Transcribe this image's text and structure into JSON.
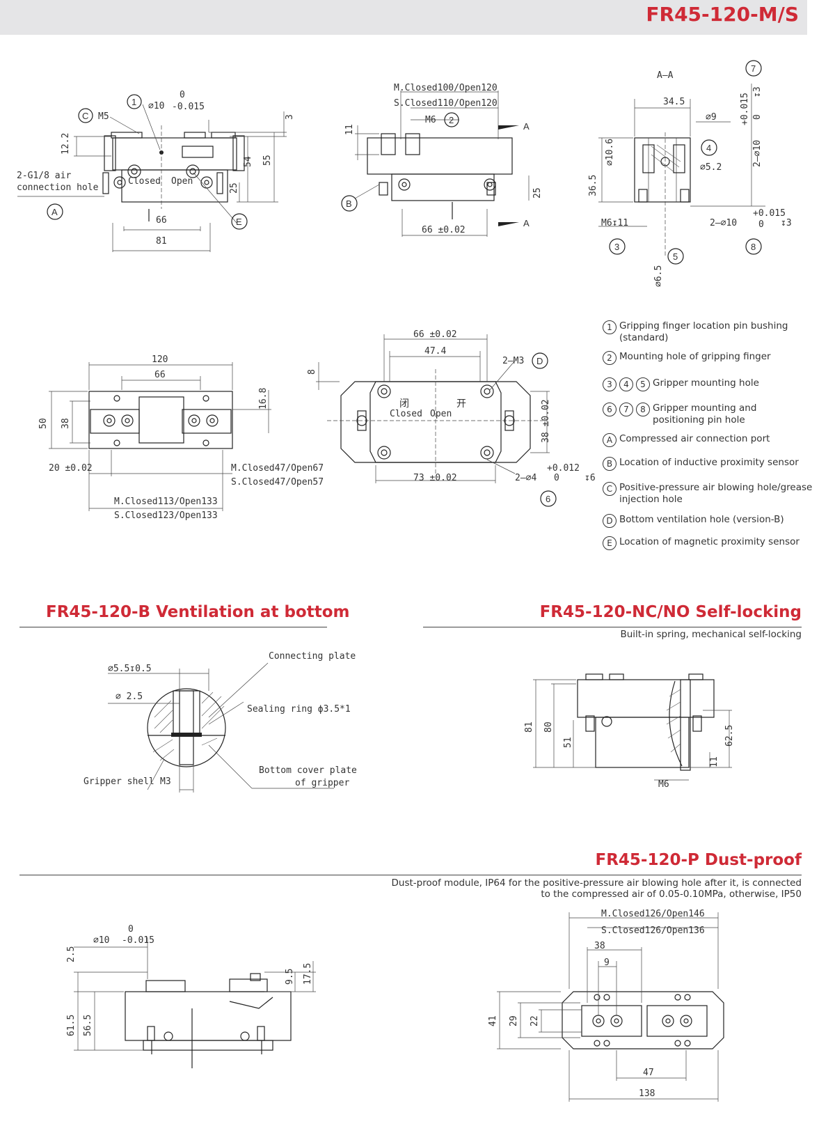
{
  "header": {
    "title": "FR45-120-M/S"
  },
  "view1": {
    "labels": {
      "c": "C",
      "m5": "M5",
      "n1": "1",
      "phi10": "⌀10",
      "tol_top": "0",
      "tol_bot": "-0.015",
      "d3": "3",
      "d12_2": "12.2",
      "d54": "54",
      "d55": "55",
      "d25": "25",
      "air1": "2-G1/8 air",
      "air2": "connection hole",
      "closed": "Closed",
      "open": "Open",
      "a": "A",
      "e": "E",
      "d66": "66",
      "d81": "81"
    }
  },
  "view2": {
    "labels": {
      "mc": "M.Closed100/Open120",
      "sc": "S.Closed110/Open120",
      "m6": "M6",
      "n2": "2",
      "d11": "11",
      "a1": "A",
      "a2": "A",
      "b": "B",
      "d25": "25",
      "d66": "66 ±0.02"
    }
  },
  "view3": {
    "labels": {
      "aa": "A—A",
      "n7": "7",
      "d34_5": "34.5",
      "phi9": "⌀9",
      "n4": "4",
      "phi5_2": "⌀5.2",
      "tolA": "+0.015",
      "tolB": "0",
      "phi10v": "2—⌀10",
      "deep3": "↧3",
      "phi10_6": "⌀10.6",
      "d36_5": "36.5",
      "m6deep": "M6↧11",
      "phi10b": "2—⌀10",
      "tolC": "+0.015",
      "tolD": "0",
      "deep3b": "↧3",
      "n3": "3",
      "n8": "8",
      "n5": "5",
      "phi6_5": "⌀6.5"
    }
  },
  "view4": {
    "labels": {
      "d120": "120",
      "d66": "66",
      "d16_8": "16.8",
      "d50": "50",
      "d38": "38",
      "d20": "20 ±0.02",
      "mc": "M.Closed47/Open67",
      "sc": "S.Closed47/Open57",
      "mc2": "M.Closed113/Open133",
      "sc2": "S.Closed123/Open133"
    }
  },
  "view5": {
    "labels": {
      "d66": "66 ±0.02",
      "d47_4": "47.4",
      "m3": "2—M3",
      "dd": "D",
      "d8": "8",
      "closed_cn": "闭",
      "open_cn": "开",
      "closed": "Closed",
      "open": "Open",
      "d38": "38 ±0.02",
      "d73": "73 ±0.02",
      "phi4": "2—⌀4",
      "tolA": "+0.012",
      "tolB": "0",
      "deep6": "↧6",
      "n6": "6"
    }
  },
  "legend": [
    {
      "mark": [
        "1"
      ],
      "text": "Gripping finger location pin bushing (standard)"
    },
    {
      "mark": [
        "2"
      ],
      "text": "Mounting hole of gripping finger"
    },
    {
      "mark": [
        "3",
        "4",
        "5"
      ],
      "text": "Gripper mounting hole"
    },
    {
      "mark": [
        "6",
        "7",
        "8"
      ],
      "text": "Gripper mounting and positioning pin hole"
    },
    {
      "mark": [
        "A"
      ],
      "text": "Compressed air connection port"
    },
    {
      "mark": [
        "B"
      ],
      "text": "Location of inductive proximity sensor"
    },
    {
      "mark": [
        "C"
      ],
      "text": "Positive-pressure air blowing hole/grease injection hole"
    },
    {
      "mark": [
        "D"
      ],
      "text": "Bottom ventilation hole (version-B)"
    },
    {
      "mark": [
        "E"
      ],
      "text": "Location of magnetic proximity sensor"
    }
  ],
  "section_b": {
    "title": "FR45-120-B Ventilation at bottom",
    "labels": {
      "connecting": "Connecting plate",
      "phi5_5": "⌀5.5↧0.5",
      "phi2_5": "⌀ 2.5",
      "sealing": "Sealing ring ϕ3.5*1",
      "shell": "Gripper shell",
      "m3": "M3",
      "cover1": "Bottom cover plate",
      "cover2": "of gripper"
    }
  },
  "section_nc": {
    "title": "FR45-120-NC/NO Self-locking",
    "subtitle": "Built-in spring, mechanical self-locking",
    "labels": {
      "d81": "81",
      "d80": "80",
      "d51": "51",
      "d62_5": "62.5",
      "d11": "11",
      "m6": "M6"
    }
  },
  "section_p": {
    "title": "FR45-120-P Dust-proof",
    "subtitle1": "Dust-proof module, IP64 for the positive-pressure air blowing hole after it, is connected",
    "subtitle2": "to the compressed air of 0.05-0.10MPa, otherwise, IP50",
    "left_labels": {
      "phi10": "⌀10",
      "tol_top": "0",
      "tol_bot": "-0.015",
      "d2_5": "2.5",
      "d9_5": "9.5",
      "d17_5": "17.5",
      "d61_5": "61.5",
      "d56_5": "56.5"
    },
    "right_labels": {
      "mc": "M.Closed126/Open146",
      "sc": "S.Closed126/Open136",
      "d38": "38",
      "d9": "9",
      "d41": "41",
      "d29": "29",
      "d22": "22",
      "d47": "47",
      "d138": "138"
    }
  }
}
